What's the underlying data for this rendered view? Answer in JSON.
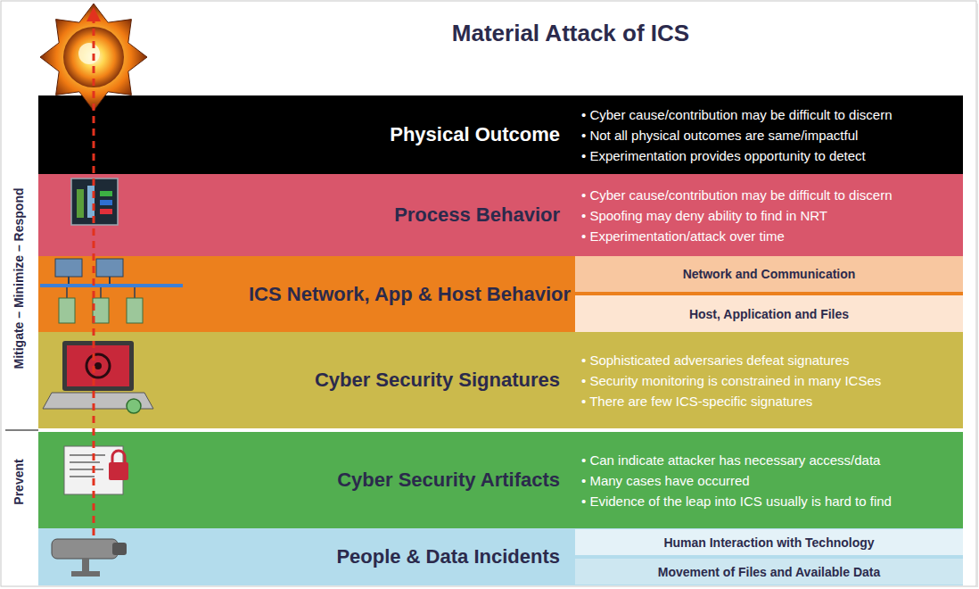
{
  "diagram": {
    "title": "Material Attack of ICS",
    "nodes": [
      {
        "text": [
          "Physical Outcome",
          "• Cyber cause/contribution may be difficult to discern",
          "• Not all physical outcomes are same/impactful",
          "• Experimentation provides opportunity to detect"
        ]
      },
      {
        "text": [
          "Process Behavior",
          "• Cyber cause/contribution may be difficult to discern",
          "• Spoofing may deny ability to find in NRT",
          "• Experimentation/attack over time"
        ]
      },
      {
        "text": [
          "ICS Network, App & Host Behavior"
        ]
      },
      {
        "text": [
          "Network and Communication"
        ],
        "in": 2
      },
      {
        "text": [
          "Host, Application and Files"
        ],
        "in": 2
      },
      {
        "text": [
          "Cyber Security Signatures",
          "• Sophisticated adversaries defeat signatures",
          "• Security monitoring is constrained in many ICSes",
          "• There are few ICS-specific signatures"
        ]
      },
      {
        "text": [
          "Cyber Security Artifacts",
          "• Can indicate attacker has necessary access/data",
          "• Many cases have occurred",
          "• Evidence of the leap into ICS usually is hard to find"
        ]
      },
      {
        "text": [
          "People & Data Incidents"
        ]
      },
      {
        "text": [
          "Human Interaction with Technology"
        ],
        "in": 7
      },
      {
        "text": [
          "Movement of Files and Available Data"
        ],
        "in": 7
      }
    ],
    "labels": [
      "Mitigate – Minimize – Respond",
      "Prevent"
    ]
  }
}
